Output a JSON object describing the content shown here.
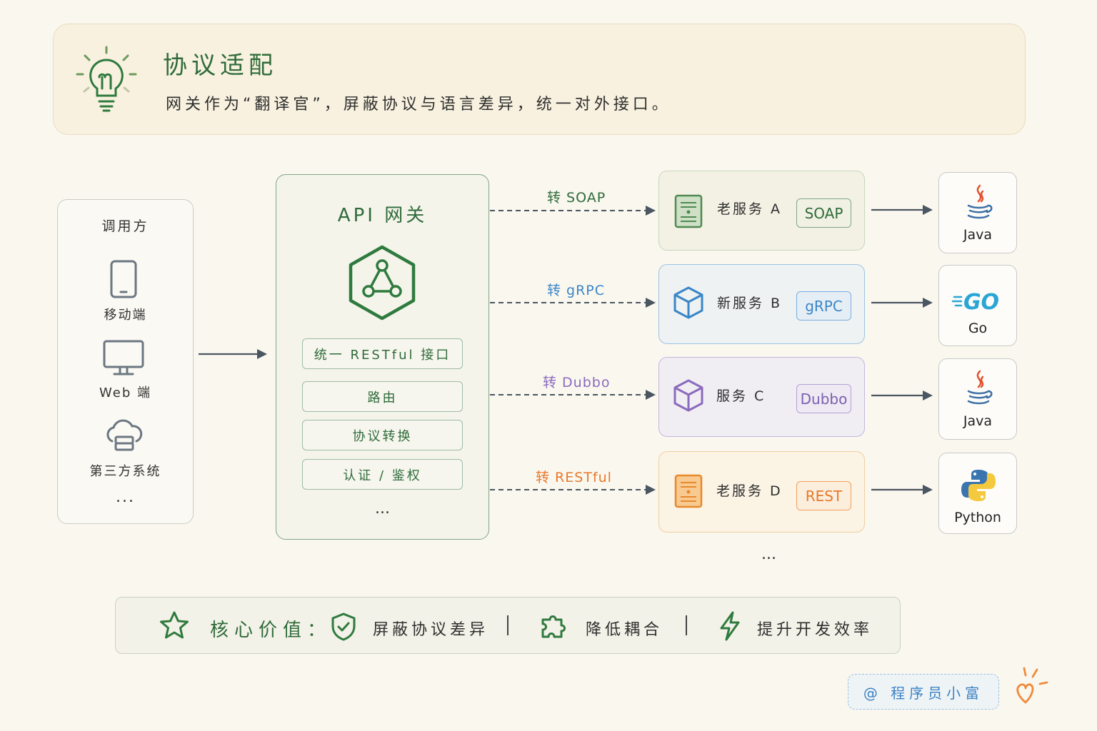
{
  "header": {
    "title": "协议适配",
    "subtitle": "网关作为“翻译官”，屏蔽协议与语言差异，统一对外接口。",
    "icon": "lightbulb-icon"
  },
  "caller": {
    "title": "调用方",
    "items": [
      {
        "label": "移动端",
        "icon": "mobile-phone-icon"
      },
      {
        "label": "Web 端",
        "icon": "monitor-icon"
      },
      {
        "label": "第三方系统",
        "icon": "cloud-server-icon"
      }
    ],
    "more": "..."
  },
  "gateway": {
    "title": "API 网关",
    "icon": "hexagon-network-icon",
    "items": [
      "统一 RESTful 接口",
      "路由",
      "协议转换",
      "认证 / 鉴权"
    ],
    "more": "..."
  },
  "routes": [
    {
      "label": "转 SOAP",
      "color": "#2f6b3a",
      "service": "老服务 A",
      "tag": "SOAP",
      "language": "Java",
      "lang_icon": "java-icon",
      "card_bg": "#f3f1e4",
      "card_border": "#c8d6bf",
      "icon": "server-icon"
    },
    {
      "label": "转 gRPC",
      "color": "#3a86c8",
      "service": "新服务 B",
      "tag": "gRPC",
      "language": "Go",
      "lang_icon": "go-icon",
      "card_bg": "#eef2f3",
      "card_border": "#9cc3e3",
      "icon": "cube-icon"
    },
    {
      "label": "转 Dubbo",
      "color": "#8a6bbd",
      "service": "服务 C",
      "tag": "Dubbo",
      "language": "Java",
      "lang_icon": "java-icon",
      "card_bg": "#f1eef3",
      "card_border": "#c4b5e0",
      "icon": "cube-icon"
    },
    {
      "label": "转 RESTful",
      "color": "#e8792a",
      "service": "老服务 D",
      "tag": "REST",
      "language": "Python",
      "lang_icon": "python-icon",
      "card_bg": "#fbf3e4",
      "card_border": "#f0cfa0",
      "icon": "server-icon"
    }
  ],
  "services_more": "...",
  "core_value": {
    "label": "核心价值：",
    "items": [
      {
        "label": "屏蔽协议差异",
        "icon": "shield-check-icon"
      },
      {
        "label": "降低耦合",
        "icon": "puzzle-icon"
      },
      {
        "label": "提升开发效率",
        "icon": "lightning-icon"
      }
    ]
  },
  "signature": "@ 程序员小富"
}
